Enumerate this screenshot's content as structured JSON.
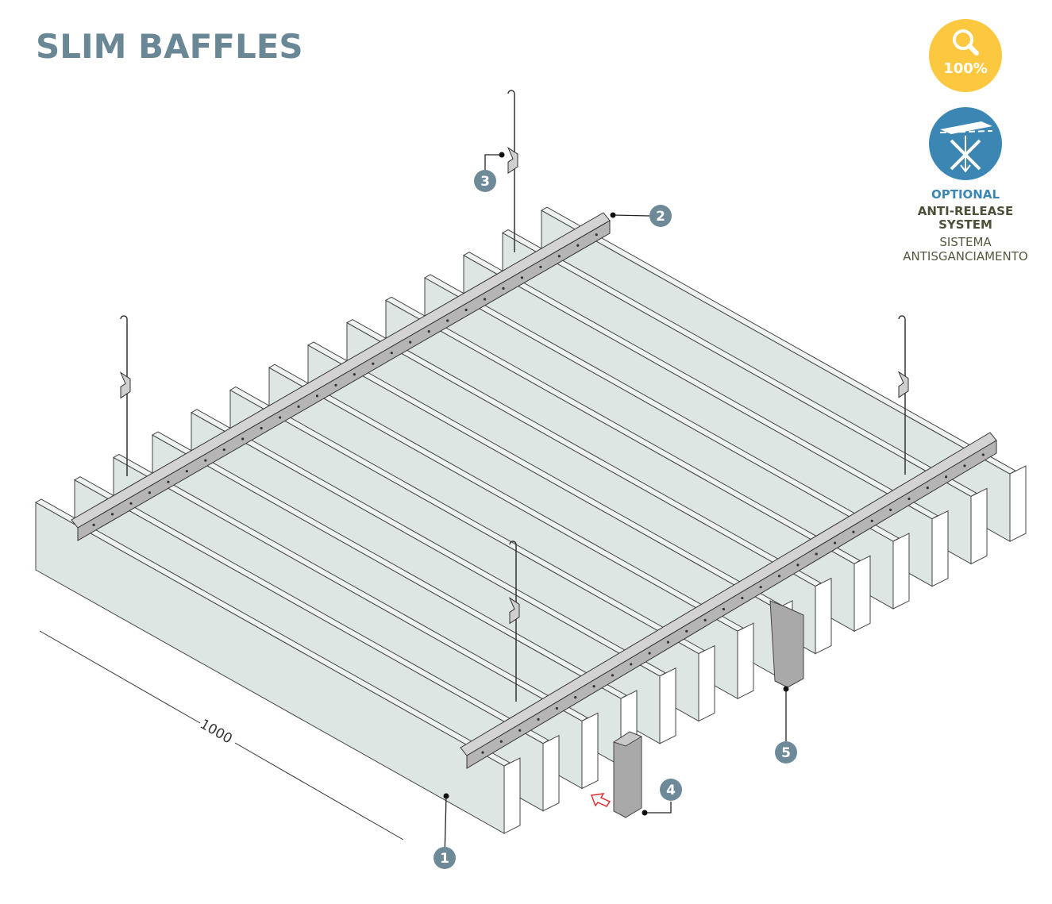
{
  "title": "SLIM BAFFLES",
  "badges": {
    "zoom_label": "100%",
    "optional": "OPTIONAL",
    "system_line1": "ANTI-RELEASE",
    "system_line2": "SYSTEM",
    "italian_line1": "SISTEMA",
    "italian_line2": "ANTISGANCIAMENTO"
  },
  "dimension": "1000",
  "callouts": [
    "1",
    "2",
    "3",
    "4",
    "5"
  ],
  "colors": {
    "title": "#6a8796",
    "callout": "#6e8a98",
    "baffle": "#dde6e3",
    "carrier": "#b5b5b5",
    "zoom_badge": "#fcc840",
    "anti_badge": "#3b86b3",
    "arrow": "#e03030"
  }
}
